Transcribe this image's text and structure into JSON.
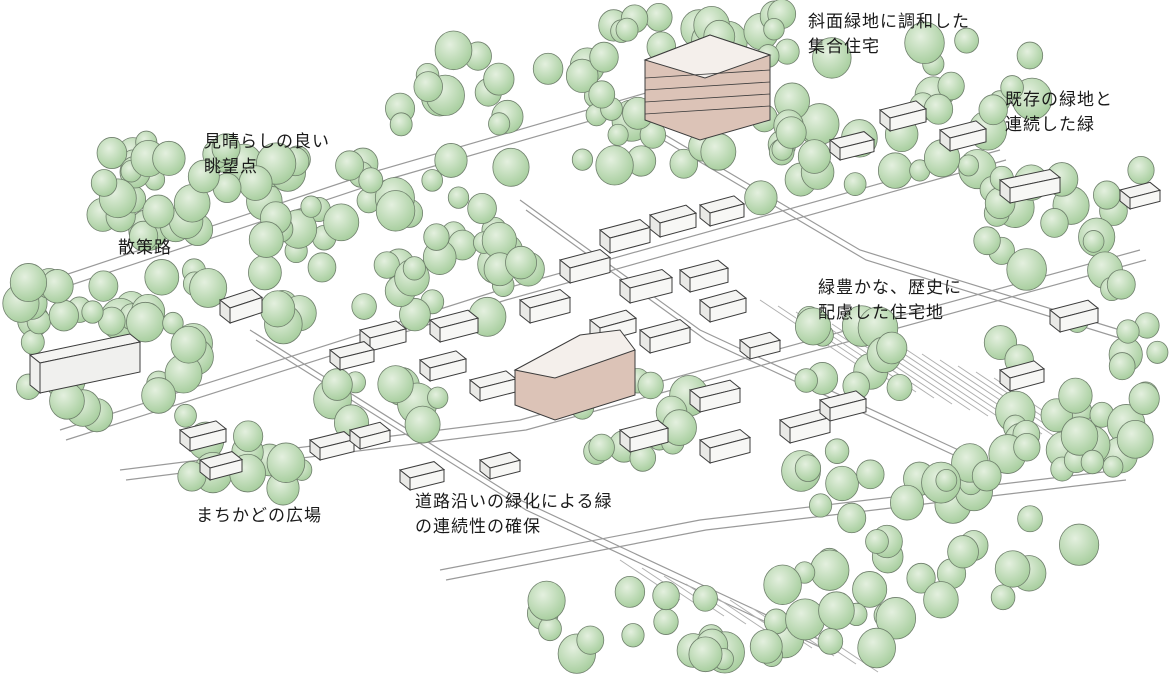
{
  "illustration": {
    "description_icon": "aerial-townscape-sketch-icon",
    "colors": {
      "tree_fill": "#bfdcb7",
      "tree_fill_light": "#dcecd6",
      "tree_stroke": "#6f7f6c",
      "building_roof": "#f4f4f2",
      "building_stroke": "#3c3c3c",
      "highlight_building": "#dcc3b7",
      "ground_line": "#8a8a8a"
    }
  },
  "labels": {
    "slope_housing": "斜面緑地に調和した\n集合住宅",
    "existing_green": "既存の緑地と\n連続した緑",
    "viewpoint": "見晴らしの良い\n眺望点",
    "promenade": "散策路",
    "green_residential": "緑豊かな、歴史に\n配慮した住宅地",
    "corner_plaza": "まちかどの広場",
    "roadside_green": "道路沿いの緑化による緑\nの連続性の確保"
  }
}
